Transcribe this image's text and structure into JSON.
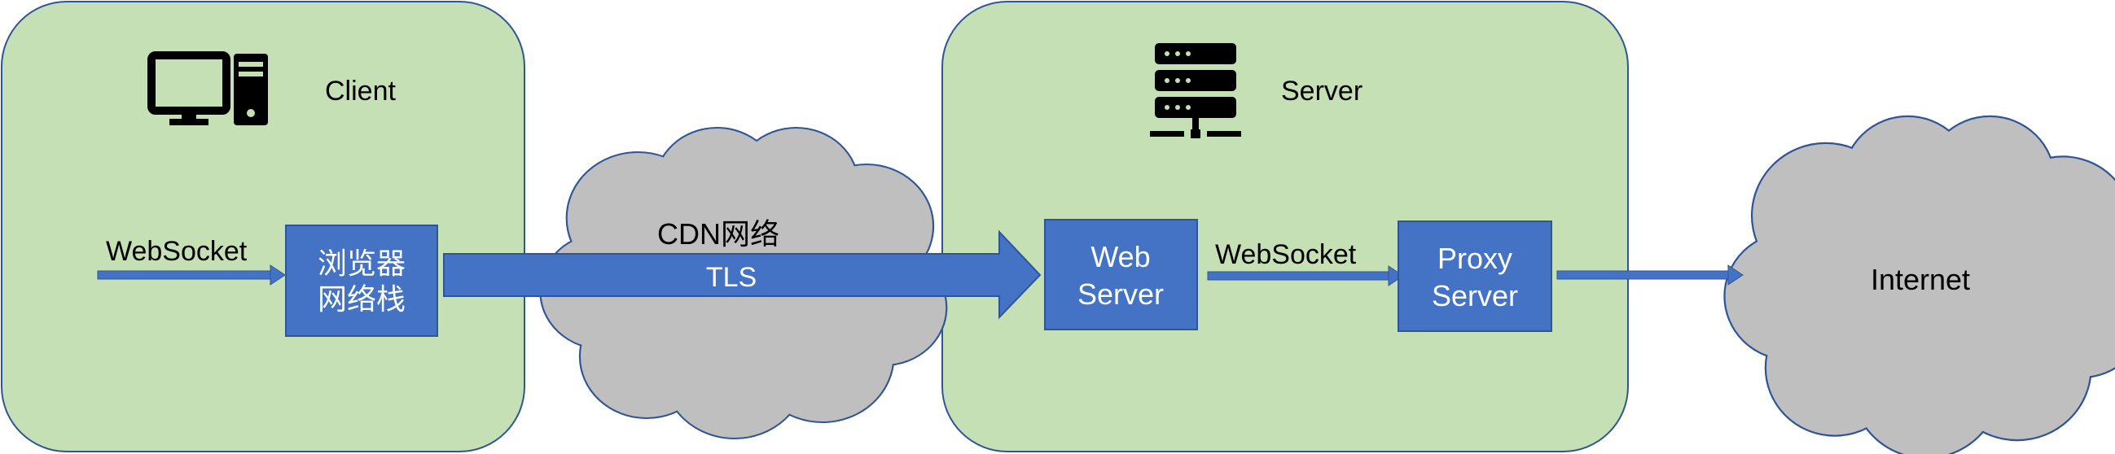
{
  "client": {
    "title": "Client",
    "input_label": "WebSocket",
    "stack_line1": "浏览器",
    "stack_line2": "网络栈"
  },
  "cdn": {
    "title": "CDN网络",
    "tunnel_label": "TLS"
  },
  "server": {
    "title": "Server",
    "web_line1": "Web",
    "web_line2": "Server",
    "link_label": "WebSocket",
    "proxy_line1": "Proxy",
    "proxy_line2": "Server"
  },
  "internet": {
    "title": "Internet"
  },
  "colors": {
    "panel_fill": "#c5e0b4",
    "panel_stroke": "#2f5597",
    "box_fill": "#4472c4",
    "cloud_fill": "#bfbfbf",
    "cloud_stroke": "#2f5597",
    "icon": "#000000"
  }
}
